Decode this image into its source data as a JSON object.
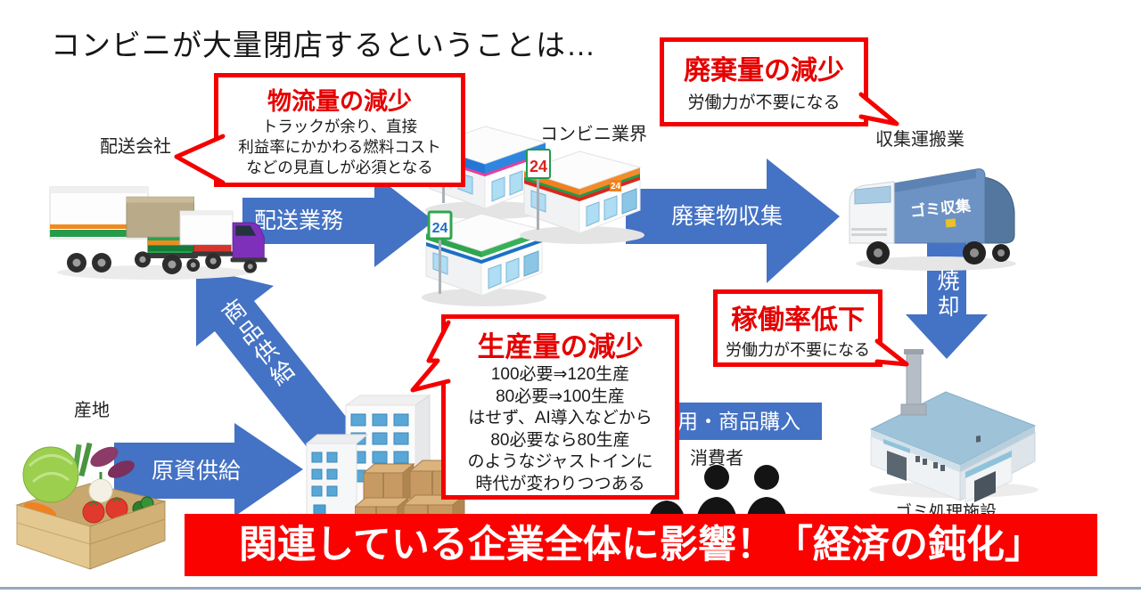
{
  "title": "コンビニが大量閉店するということは…",
  "callouts": {
    "logistics": {
      "header": "物流量の減少",
      "lines": [
        "トラックが余り、直接",
        "利益率にかかわる燃料コスト",
        "などの見直しが必須となる"
      ]
    },
    "waste": {
      "header": "廃棄量の減少",
      "body": "労働力が不要になる"
    },
    "operation": {
      "header": "稼働率低下",
      "body": "労働力が不要になる"
    },
    "production": {
      "header": "生産量の減少",
      "lines": [
        "100必要⇒120生産",
        "80必要⇒100生産",
        "はせず、AI導入などから",
        "80必要なら80生産",
        "のようなジャストインに",
        "時代が変わりつつある"
      ]
    }
  },
  "labels": {
    "delivery_company": "配送会社",
    "convenience_industry": "コンビニ業界",
    "collection_industry": "収集運搬業",
    "production_area": "産地",
    "consumers": "消費者",
    "waste_facility": "ゴミ処理施設"
  },
  "arrows": {
    "delivery": "配送業務",
    "waste_collection": "廃棄物収集",
    "product_supply": "商品供給",
    "raw_supply": "原資供給",
    "incineration": "焼却",
    "employment_purchase": "用・商品購入"
  },
  "banner": "関連している企業全体に影響！「経済の鈍化」",
  "icons": {
    "store_sign": "24",
    "garbage_truck_text": "ゴミ収集"
  },
  "colors": {
    "arrow_blue": "#4472C4",
    "callout_border": "#FF0000",
    "heading_red": "#E60000",
    "banner_bg": "#FA0200",
    "banner_text": "#FFFFFF",
    "divider": "#98A6C0"
  }
}
